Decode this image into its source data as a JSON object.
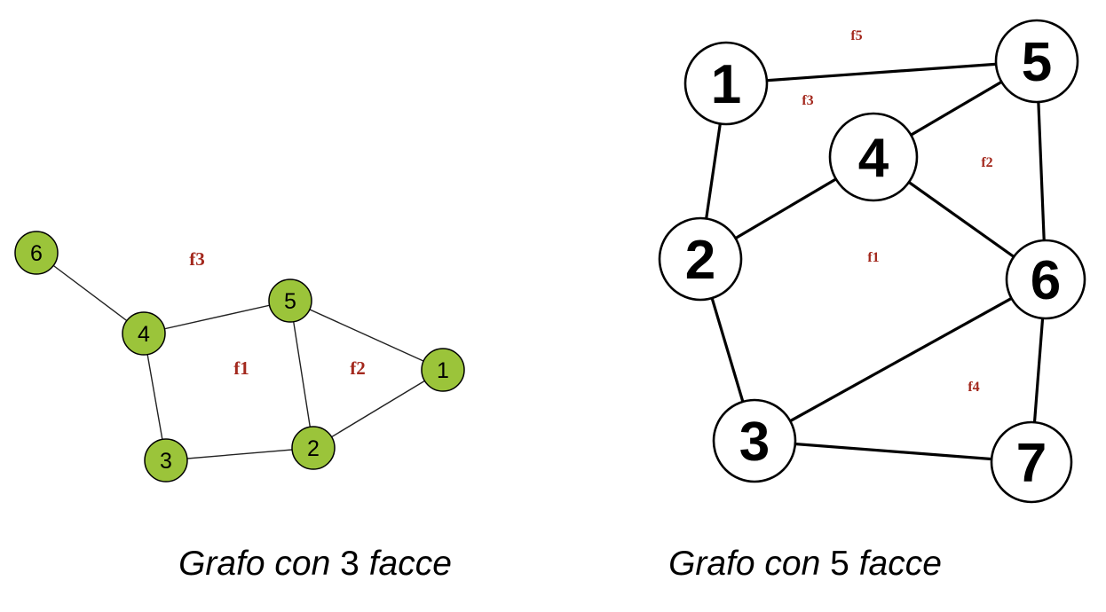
{
  "graphs": [
    {
      "nodes": [
        {
          "id": "6",
          "label": "6"
        },
        {
          "id": "4",
          "label": "4"
        },
        {
          "id": "5",
          "label": "5"
        },
        {
          "id": "1",
          "label": "1"
        },
        {
          "id": "3",
          "label": "3"
        },
        {
          "id": "2",
          "label": "2"
        }
      ],
      "edges": [
        [
          "6",
          "4"
        ],
        [
          "4",
          "5"
        ],
        [
          "5",
          "1"
        ],
        [
          "5",
          "2"
        ],
        [
          "4",
          "3"
        ],
        [
          "3",
          "2"
        ],
        [
          "2",
          "1"
        ]
      ],
      "faces": [
        "f3",
        "f1",
        "f2"
      ],
      "node_color": "#9bc43a",
      "caption": {
        "prefix": "Grafo con",
        "number": "3",
        "suffix": "facce"
      }
    },
    {
      "nodes": [
        {
          "id": "1",
          "label": "1"
        },
        {
          "id": "5",
          "label": "5"
        },
        {
          "id": "4",
          "label": "4"
        },
        {
          "id": "2",
          "label": "2"
        },
        {
          "id": "6",
          "label": "6"
        },
        {
          "id": "3",
          "label": "3"
        },
        {
          "id": "7",
          "label": "7"
        }
      ],
      "edges": [
        [
          "1",
          "5"
        ],
        [
          "1",
          "2"
        ],
        [
          "4",
          "5"
        ],
        [
          "2",
          "4"
        ],
        [
          "4",
          "6"
        ],
        [
          "5",
          "6"
        ],
        [
          "2",
          "3"
        ],
        [
          "3",
          "6"
        ],
        [
          "6",
          "7"
        ],
        [
          "3",
          "7"
        ]
      ],
      "faces": [
        "f5",
        "f3",
        "f2",
        "f1",
        "f4"
      ],
      "node_color": "#ffffff",
      "caption": {
        "prefix": "Grafo con",
        "number": "5",
        "suffix": "facce"
      }
    }
  ],
  "face_label_color": "#a3281d"
}
